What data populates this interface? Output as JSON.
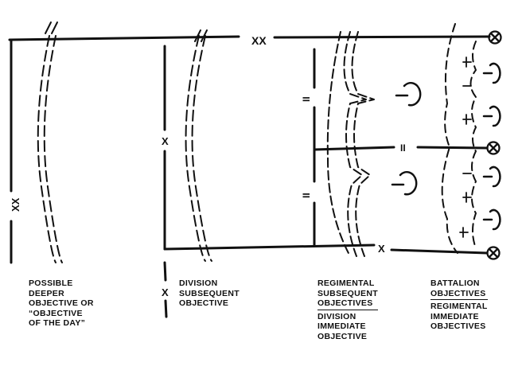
{
  "symbols": {
    "division_boundary": "XX",
    "regiment_boundary": "X",
    "battalion_boundary": "II",
    "objective_marker": "circle-x-icon",
    "company_objective": "company-objective-icon"
  },
  "labels": {
    "col1": [
      "POSSIBLE",
      "DEEPER",
      "OBJECTIVE OR",
      "“OBJECTIVE",
      "OF THE DAY”"
    ],
    "col2": [
      "DIVISION",
      "SUBSEQUENT",
      "OBJECTIVE"
    ],
    "col3_top": [
      "REGIMENTAL",
      "SUBSEQUENT",
      "OBJECTIVES"
    ],
    "col3_bottom": [
      "DIVISION",
      "IMMEDIATE",
      "OBJECTIVE"
    ],
    "col4_top": [
      "BATTALION",
      "OBJECTIVES"
    ],
    "col4_bottom": [
      "REGIMENTAL",
      "IMMEDIATE",
      "OBJECTIVES"
    ]
  },
  "colors": {
    "ink": "#111111",
    "background": "#ffffff"
  }
}
